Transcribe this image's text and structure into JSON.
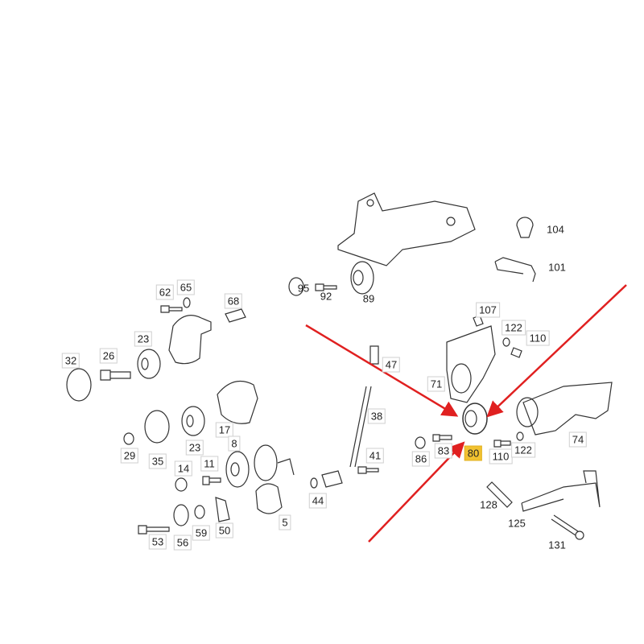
{
  "diagram": {
    "highlighted_part": "80",
    "highlight_color": "#f2c230",
    "arrow_color": "#e02020",
    "labels": [
      "104",
      "101",
      "95",
      "92",
      "89",
      "62",
      "65",
      "68",
      "107",
      "122",
      "110",
      "23",
      "32",
      "26",
      "47",
      "71",
      "38",
      "17",
      "74",
      "8",
      "29",
      "35",
      "23",
      "86",
      "83",
      "80",
      "110",
      "122",
      "14",
      "11",
      "41",
      "128",
      "44",
      "125",
      "53",
      "56",
      "59",
      "50",
      "5",
      "131"
    ]
  }
}
